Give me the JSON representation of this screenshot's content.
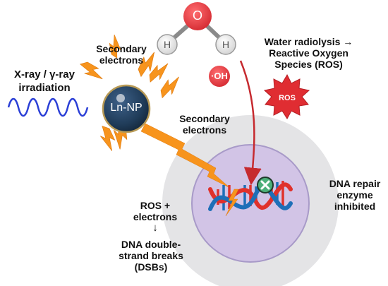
{
  "labels": {
    "irradiation": [
      "X-ray / γ-ray",
      "irradiation"
    ],
    "secondary_electrons_top": [
      "Secondary",
      "electrons"
    ],
    "secondary_electrons_mid": [
      "Secondary",
      "electrons"
    ],
    "water_radiolysis": [
      "Water radiolysis →",
      "Reactive Oxygen",
      "Species (ROS)"
    ],
    "dna_repair": [
      "DNA repair",
      "enzyme",
      "inhibited"
    ],
    "ros_electrons": [
      "ROS +",
      "electrons"
    ],
    "arrow_down": "↓",
    "dsb": [
      "DNA double-",
      "strand breaks",
      "(DSBs)"
    ]
  },
  "nanoparticle": {
    "label": "Ln-NP"
  },
  "water_molecule": {
    "oxygen": "O",
    "hydrogen_left": "H",
    "hydrogen_right": "H"
  },
  "radical": {
    "label": "·OH"
  },
  "ros_burst": {
    "label": "ROS"
  },
  "colors": {
    "bolt": "#f7941d",
    "nanoparticle": "#1f3b57",
    "wave": "#2b3fd6",
    "oxygen": "#e8393f",
    "cell_outer": "#e4e4e6",
    "nucleus": "#d2c4e6",
    "dna_red": "#e0312b",
    "dna_blue": "#1e6fb8",
    "inhibit": "#4caf79"
  }
}
